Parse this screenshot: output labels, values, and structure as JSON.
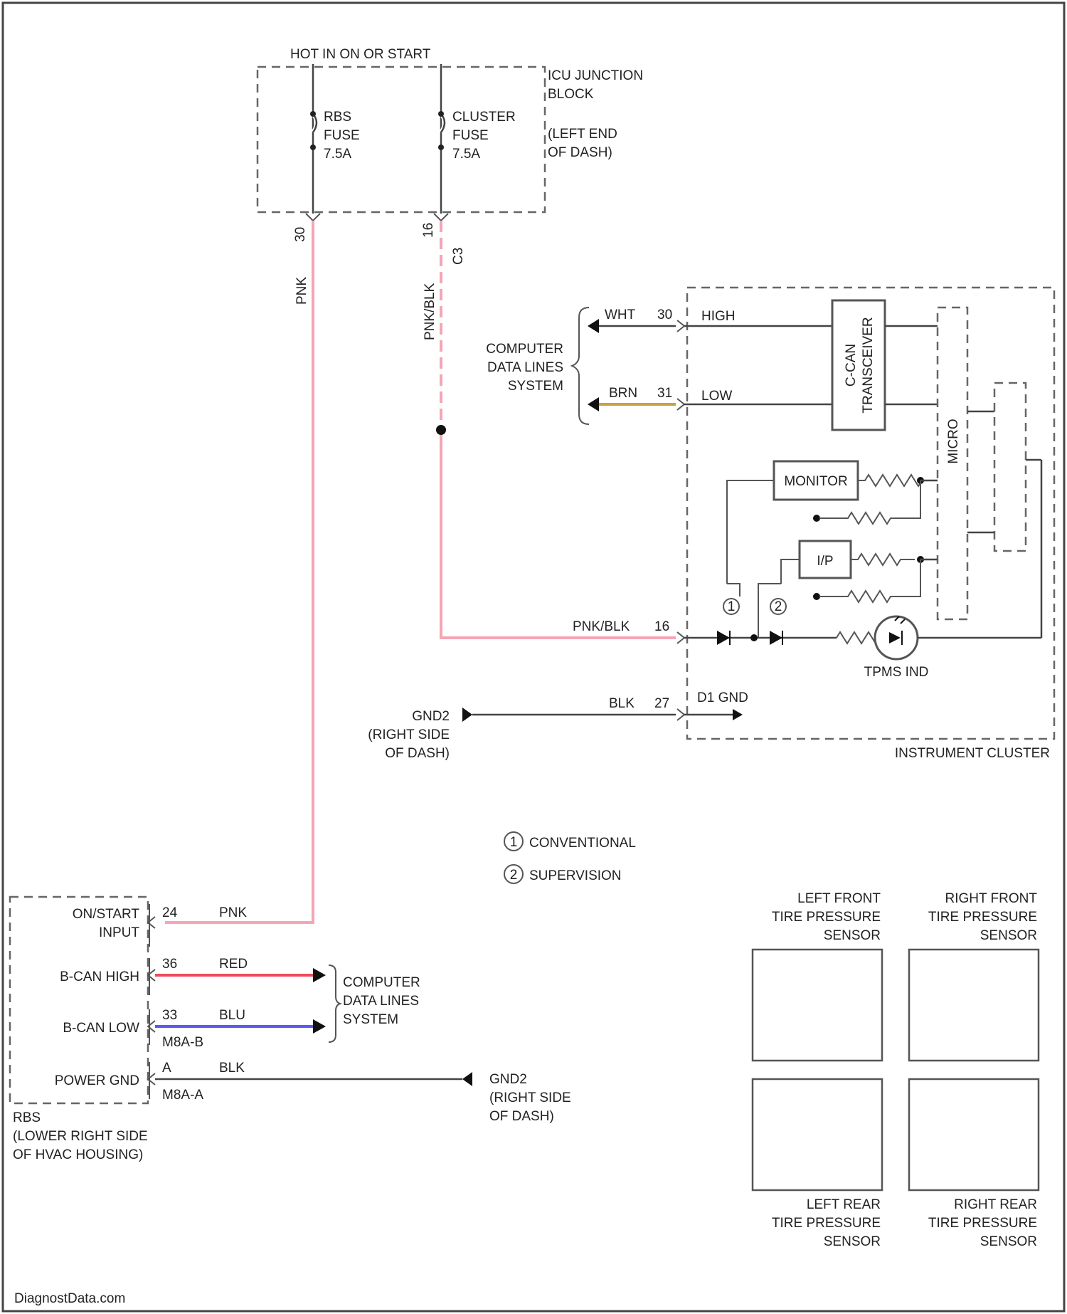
{
  "source": {
    "text": "HOT IN ON OR START"
  },
  "junction_block": {
    "lines": [
      "ICU JUNCTION",
      "BLOCK",
      "(LEFT END",
      "OF DASH)"
    ],
    "fuse_rbs": [
      "RBS",
      "FUSE",
      "7.5A"
    ],
    "fuse_cluster": [
      "CLUSTER",
      "FUSE",
      "7.5A"
    ],
    "pin_left": "30",
    "pin_right": "16",
    "connector_right": "C3"
  },
  "wires": {
    "pnk": "PNK",
    "pnk_blk_vertical": "PNK/BLK",
    "wht": "WHT",
    "brn": "BRN",
    "pnk_blk": "PNK/BLK",
    "blk_gnd": "BLK",
    "pnk_rbs": "PNK",
    "red": "RED",
    "blu": "BLU",
    "blk_rbs": "BLK"
  },
  "cluster_pins": {
    "high": "30",
    "low": "31",
    "pwr": "16",
    "gnd": "27"
  },
  "cluster": {
    "label": "INSTRUMENT CLUSTER",
    "high": "HIGH",
    "low": "LOW",
    "transceiver": [
      "C-CAN",
      "TRANSCEIVER"
    ],
    "micro": "MICRO",
    "monitor": "MONITOR",
    "ip": "I/P",
    "tpms": "TPMS IND",
    "gnd": "D1 GND"
  },
  "data_lines_top": [
    "COMPUTER",
    "DATA LINES",
    "SYSTEM"
  ],
  "data_lines_bottom": [
    "COMPUTER",
    "DATA LINES",
    "SYSTEM"
  ],
  "ground_top": [
    "GND2",
    "(RIGHT SIDE",
    "OF DASH)"
  ],
  "ground_bottom": [
    "GND2",
    "(RIGHT SIDE",
    "OF DASH)"
  ],
  "legend": {
    "one": "1",
    "two": "2",
    "conventional": "CONVENTIONAL",
    "supervision": "SUPERVISION"
  },
  "rbs": {
    "on_start": [
      "ON/START",
      "INPUT"
    ],
    "bcan_high": "B-CAN HIGH",
    "bcan_low": "B-CAN LOW",
    "power_gnd": "POWER GND",
    "pin_on": "24",
    "pin_high": "36",
    "pin_low": "33",
    "pin_gnd": "A",
    "conn_b": "M8A-B",
    "conn_a": "M8A-A",
    "caption": [
      "RBS",
      "(LOWER RIGHT SIDE",
      "OF HVAC HOUSING)"
    ]
  },
  "sensors": {
    "left_front": [
      "LEFT FRONT",
      "TIRE PRESSURE",
      "SENSOR"
    ],
    "right_front": [
      "RIGHT FRONT",
      "TIRE PRESSURE",
      "SENSOR"
    ],
    "left_rear": [
      "LEFT REAR",
      "TIRE PRESSURE",
      "SENSOR"
    ],
    "right_rear": [
      "RIGHT REAR",
      "TIRE PRESSURE",
      "SENSOR"
    ]
  },
  "watermark": "DiagnostData.com",
  "colors": {
    "pnk": "#f4a6b6",
    "red": "#ef4a5c",
    "blu": "#5a5af0",
    "brn": "#c8a23c",
    "wire": "#444444"
  }
}
